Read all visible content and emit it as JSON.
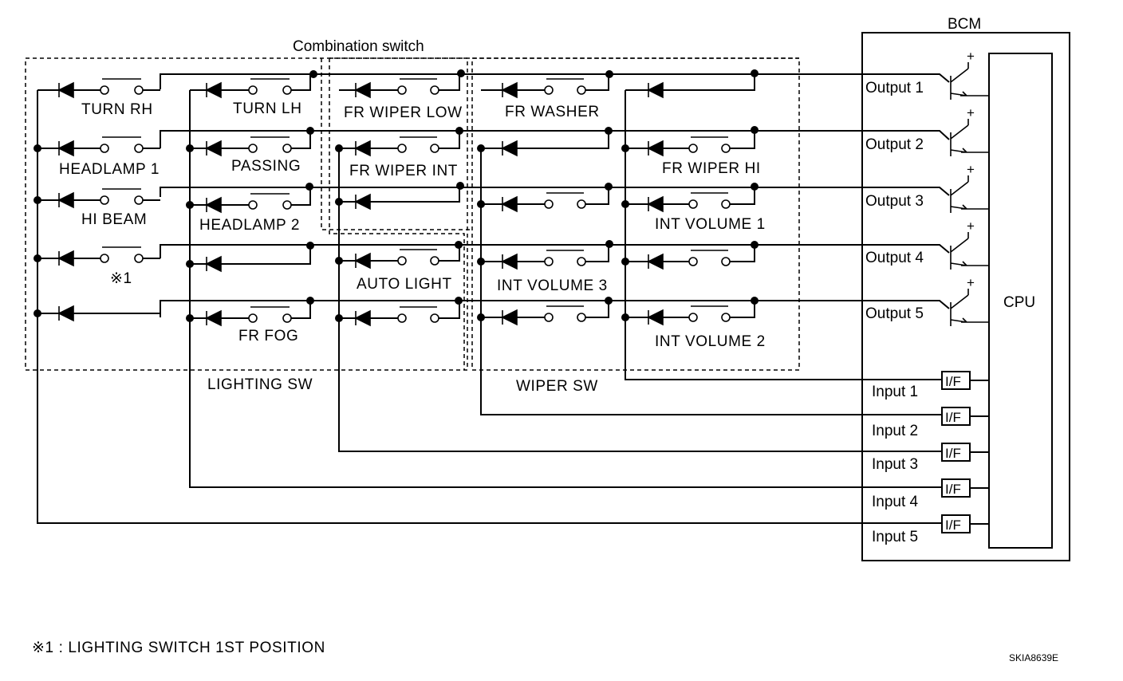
{
  "titles": {
    "bcm": "BCM",
    "combination_switch": "Combination switch",
    "lighting_sw": "LIGHTING SW",
    "wiper_sw": "WIPER SW",
    "cpu": "CPU"
  },
  "switches": {
    "turn_rh": "TURN RH",
    "headlamp_1": "HEADLAMP 1",
    "hi_beam": "HI BEAM",
    "note_ref": "※1",
    "turn_lh": "TURN LH",
    "passing": "PASSING",
    "headlamp_2": "HEADLAMP 2",
    "fr_fog": "FR FOG",
    "fr_wiper_low": "FR WIPER LOW",
    "fr_wiper_int": "FR WIPER INT",
    "auto_light": "AUTO LIGHT",
    "fr_washer": "FR WASHER",
    "int_volume_3": "INT VOLUME 3",
    "fr_wiper_hi": "FR WIPER HI",
    "int_volume_1": "INT VOLUME 1",
    "int_volume_2": "INT VOLUME 2"
  },
  "outputs": [
    "Output 1",
    "Output 2",
    "Output 3",
    "Output 4",
    "Output 5"
  ],
  "inputs": [
    "Input 1",
    "Input 2",
    "Input 3",
    "Input 4",
    "Input 5"
  ],
  "interface_label": "I/F",
  "transistor_sign": "+",
  "footnote": "※1 : LIGHTING SWITCH 1ST POSITION",
  "figure_code": "SKIA8639E"
}
